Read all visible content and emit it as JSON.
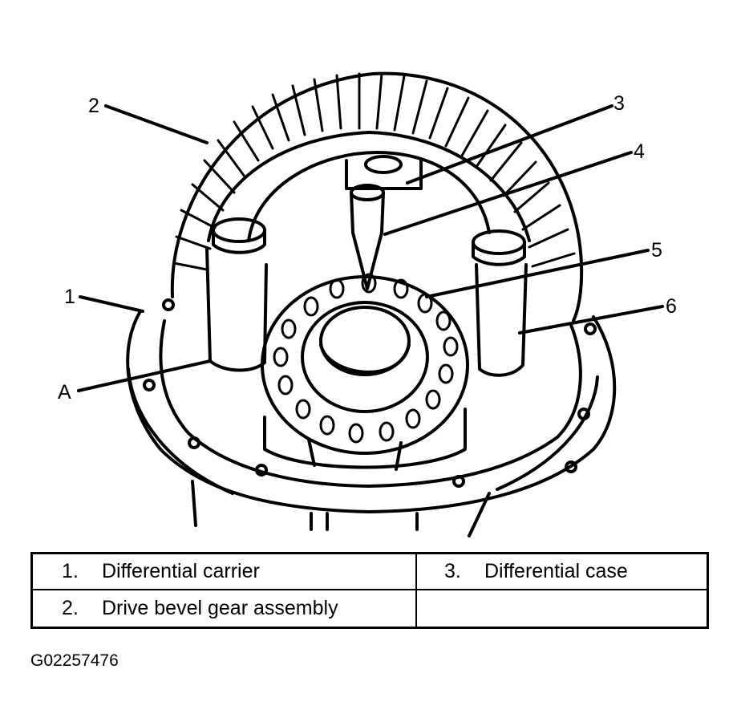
{
  "callouts": {
    "c1": "1",
    "c2": "2",
    "c3": "3",
    "c4": "4",
    "c5": "5",
    "c6": "6",
    "cA": "A"
  },
  "legend": {
    "rows": [
      [
        {
          "num": "1.",
          "text": "Differential carrier"
        },
        {
          "num": "3.",
          "text": "Differential case"
        }
      ],
      [
        {
          "num": "2.",
          "text": "Drive bevel gear assembly"
        },
        {
          "num": "",
          "text": ""
        }
      ]
    ]
  },
  "figure_id": "G02257476"
}
